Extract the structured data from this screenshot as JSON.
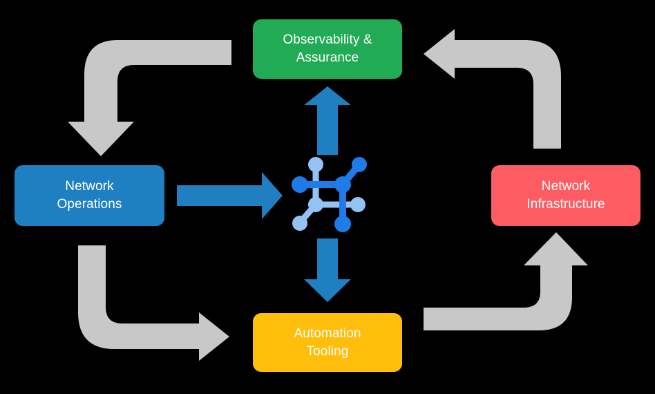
{
  "diagram": {
    "title": "Network automation lifecycle loop",
    "background_color": "#000000",
    "nodes": [
      {
        "id": "observability",
        "label": "Observability &\nAssurance",
        "color": "#22ab55",
        "text_color": "#ffffff",
        "position": "top"
      },
      {
        "id": "operations",
        "label": "Network\nOperations",
        "color": "#1e7fc1",
        "text_color": "#ffffff",
        "position": "left"
      },
      {
        "id": "infrastructure",
        "label": "Network\nInfrastructure",
        "color": "#fd5c62",
        "text_color": "#ffffff",
        "position": "right"
      },
      {
        "id": "automation",
        "label": "Automation\nTooling",
        "color": "#ffbe0b",
        "text_color": "#ffffff",
        "position": "bottom"
      }
    ],
    "center_icon": {
      "name": "network-topology-icon",
      "dark_color": "#1e7be8",
      "light_color": "#93c3f5"
    },
    "connectors": {
      "primary_color": "#1f7fc0",
      "loop_color": "#c8c8c8",
      "arrows": [
        {
          "id": "operations-to-center",
          "direction": "right",
          "style": "primary"
        },
        {
          "id": "center-to-observability",
          "direction": "up",
          "style": "primary"
        },
        {
          "id": "center-to-automation",
          "direction": "down",
          "style": "primary"
        },
        {
          "id": "observability-to-operations",
          "direction": "down-left",
          "style": "loop"
        },
        {
          "id": "infrastructure-to-observability",
          "direction": "up-left",
          "style": "loop"
        },
        {
          "id": "operations-to-automation",
          "direction": "down-right",
          "style": "loop"
        },
        {
          "id": "automation-to-infrastructure",
          "direction": "up-right",
          "style": "loop"
        }
      ]
    }
  }
}
